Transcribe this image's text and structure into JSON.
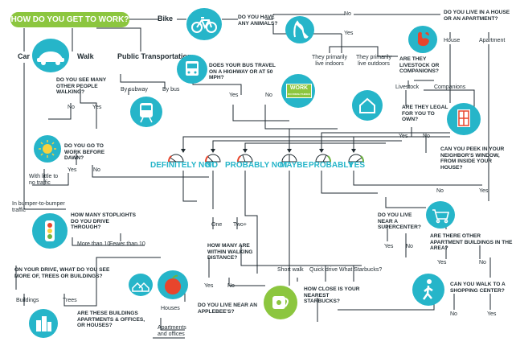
{
  "title": "HOW DO YOU GET TO WORK?",
  "modes": {
    "bike": "Bike",
    "car": "Car",
    "walk": "Walk",
    "transit": "Public Transportation"
  },
  "questions": {
    "animals": "DO YOU HAVE ANY ANIMALS?",
    "house_or_apartment": "DO YOU LIVE IN A HOUSE OR AN APARTMENT?",
    "highway": "DOES YOUR BUS TRAVEL ON A HIGHWAY OR AT 50 MPH?",
    "livestock": "ARE THEY LIVESTOCK OR COMPANIONS?",
    "people_walking": "DO YOU SEE MANY OTHER PEOPLE WALKING?",
    "legal": "ARE THEY LEGAL FOR YOU TO OWN?",
    "before_dawn": "DO YOU GO TO WORK BEFORE DAWN?",
    "peek": "CAN YOU PEEK IN YOUR NEIGHBOR'S WINDOW, FROM INSIDE YOUR HOUSE?",
    "stoplights": "HOW MANY STOPLIGHTS DO YOU DRIVE THROUGH?",
    "supercenter": "DO YOU LIVE NEAR A SUPERCENTER?",
    "other_apartments": "ARE THERE OTHER APARTMENT BUILDINGS IN THE AREA?",
    "walking_distance": "HOW MANY ARE WITHIN WALKING DISTANCE?",
    "trees_buildings": "ON YOUR DRIVE, WHAT DO YOU SEE MORE OF, TREES OR BUILDINGS?",
    "shopping_center": "CAN YOU WALK TO A SHOPPING CENTER?",
    "starbucks": "HOW CLOSE IS YOUR NEAREST STARBUCKS?",
    "applebees": "DO YOU LIVE NEAR AN APPLEBEE'S?",
    "apartments_offices": "ARE THESE BUILDINGS APARTMENTS & OFFICES, OR HOUSES?"
  },
  "answers_row": [
    "DEFINITELY NOT",
    "NO",
    "PROBABLY NOT",
    "MAYBE",
    "PROBABLY",
    "YES"
  ],
  "labels": {
    "no": "No",
    "yes": "Yes",
    "house": "House",
    "apartment": "Apartment",
    "by_subway": "By subway",
    "by_bus": "By bus",
    "indoors": "They primarily live indoors",
    "outdoors": "They primarily live outdoors",
    "livestock": "Livestock",
    "companions": "Companions",
    "little_traffic": "With little to no traffic",
    "bumper": "In bumper-to-bumper traffic",
    "more_than_10": "More than 10",
    "fewer_than_10": "Fewer than 10",
    "one": "One",
    "two_plus": "Two+",
    "short_walk": "Short walk",
    "quick_drive": "Quick drive",
    "what_starbucks": "What Starbucks?",
    "buildings": "Buildings",
    "trees": "Trees",
    "houses": "Houses",
    "apartments_and_offices": "Apartments and offices",
    "work_sign": "WORK",
    "work_sign_small": "DO FRESH THINGS"
  },
  "colors": {
    "teal": "#26b5c9",
    "green": "#8cc63f",
    "line": "#1f2a30",
    "red": "#e8452c",
    "gauge_green": "#6cb33f"
  },
  "icons": [
    "bike-icon",
    "car-icon",
    "bus-icon",
    "cat-icon",
    "rooster-icon",
    "train-icon",
    "work-sign-icon",
    "house-icon",
    "sun-icon",
    "window-icon",
    "stoplight-icon",
    "shopping-cart-icon",
    "walking-person-icon",
    "apple-icon",
    "coffee-cup-icon",
    "houses-icon",
    "buildings-icon"
  ]
}
